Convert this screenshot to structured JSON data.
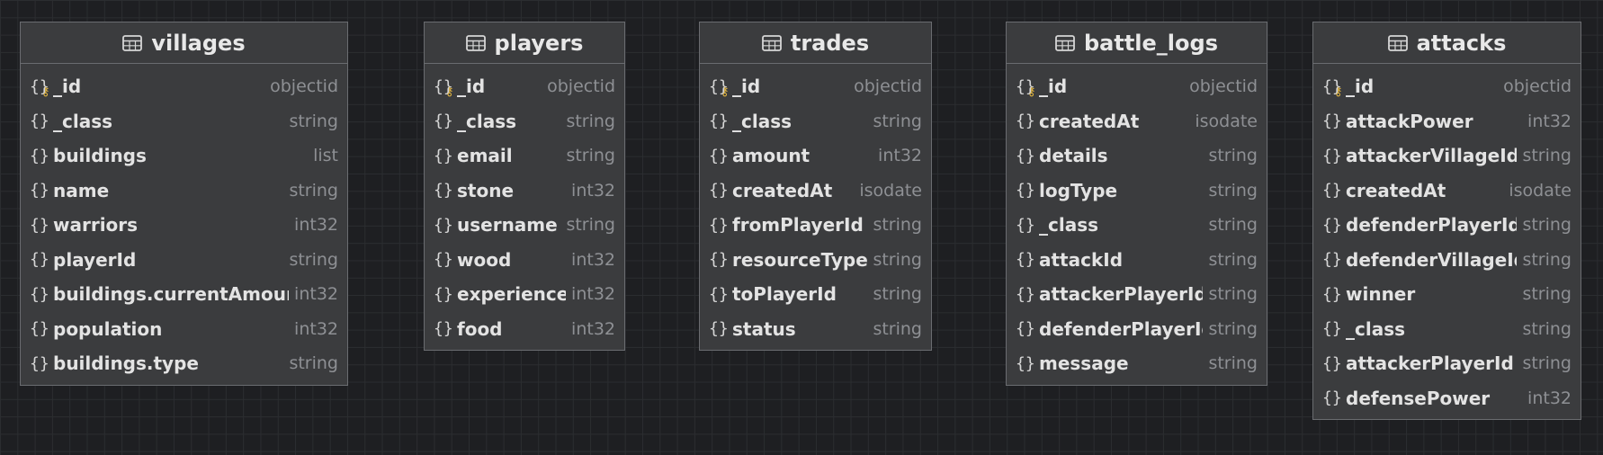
{
  "tables": [
    {
      "name": "villages",
      "fields": [
        {
          "name": "_id",
          "type": "objectid",
          "key": true
        },
        {
          "name": "_class",
          "type": "string"
        },
        {
          "name": "buildings",
          "type": "list"
        },
        {
          "name": "name",
          "type": "string"
        },
        {
          "name": "warriors",
          "type": "int32"
        },
        {
          "name": "playerId",
          "type": "string"
        },
        {
          "name": "buildings.currentAmount",
          "type": "int32"
        },
        {
          "name": "population",
          "type": "int32"
        },
        {
          "name": "buildings.type",
          "type": "string"
        }
      ]
    },
    {
      "name": "players",
      "fields": [
        {
          "name": "_id",
          "type": "objectid",
          "key": true
        },
        {
          "name": "_class",
          "type": "string"
        },
        {
          "name": "email",
          "type": "string"
        },
        {
          "name": "stone",
          "type": "int32"
        },
        {
          "name": "username",
          "type": "string"
        },
        {
          "name": "wood",
          "type": "int32"
        },
        {
          "name": "experience",
          "type": "int32"
        },
        {
          "name": "food",
          "type": "int32"
        }
      ]
    },
    {
      "name": "trades",
      "fields": [
        {
          "name": "_id",
          "type": "objectid",
          "key": true
        },
        {
          "name": "_class",
          "type": "string"
        },
        {
          "name": "amount",
          "type": "int32"
        },
        {
          "name": "createdAt",
          "type": "isodate"
        },
        {
          "name": "fromPlayerId",
          "type": "string"
        },
        {
          "name": "resourceType",
          "type": "string"
        },
        {
          "name": "toPlayerId",
          "type": "string"
        },
        {
          "name": "status",
          "type": "string"
        }
      ]
    },
    {
      "name": "battle_logs",
      "fields": [
        {
          "name": "_id",
          "type": "objectid",
          "key": true
        },
        {
          "name": "createdAt",
          "type": "isodate"
        },
        {
          "name": "details",
          "type": "string"
        },
        {
          "name": "logType",
          "type": "string"
        },
        {
          "name": "_class",
          "type": "string"
        },
        {
          "name": "attackId",
          "type": "string"
        },
        {
          "name": "attackerPlayerId",
          "type": "string"
        },
        {
          "name": "defenderPlayerId",
          "type": "string"
        },
        {
          "name": "message",
          "type": "string"
        }
      ]
    },
    {
      "name": "attacks",
      "fields": [
        {
          "name": "_id",
          "type": "objectid",
          "key": true
        },
        {
          "name": "attackPower",
          "type": "int32"
        },
        {
          "name": "attackerVillageId",
          "type": "string"
        },
        {
          "name": "createdAt",
          "type": "isodate"
        },
        {
          "name": "defenderPlayerId",
          "type": "string"
        },
        {
          "name": "defenderVillageId",
          "type": "string"
        },
        {
          "name": "winner",
          "type": "string"
        },
        {
          "name": "_class",
          "type": "string"
        },
        {
          "name": "attackerPlayerId",
          "type": "string"
        },
        {
          "name": "defensePower",
          "type": "int32"
        }
      ]
    }
  ]
}
